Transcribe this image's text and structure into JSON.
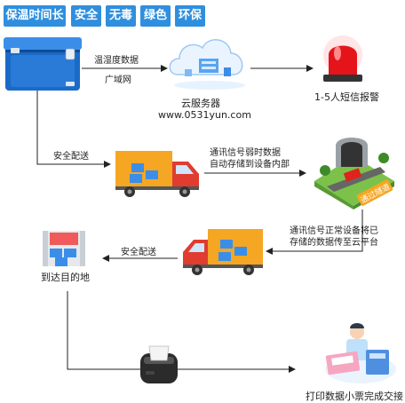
{
  "tags": [
    "保温时间长",
    "安全",
    "无毒",
    "绿色",
    "环保"
  ],
  "labels": {
    "temp_humidity_data": "温湿度数据",
    "wan": "广域网",
    "cloud_server": "云服务器",
    "website": "www.0531yun.com",
    "sms_alarm": "1-5人短信报警",
    "safe_delivery_1": "安全配送",
    "weak_signal_line1": "通讯信号弱时数据",
    "weak_signal_line2": "自动存储到设备内部",
    "tunnel_sign": "通过隧道",
    "normal_signal_line1": "通讯信号正常设备将已",
    "normal_signal_line2": "存储的数据传至云平台",
    "safe_delivery_2": "安全配送",
    "destination": "到达目的地",
    "print_receipt": "打印数据小票完成交接"
  }
}
